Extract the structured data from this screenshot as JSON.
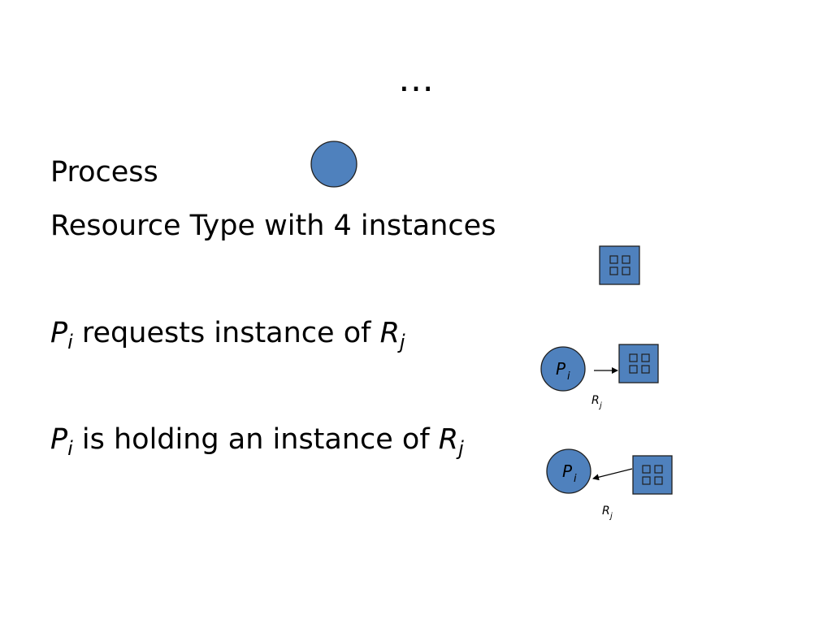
{
  "slide": {
    "title": "…",
    "bullets": {
      "process": "Process",
      "resource": "Resource Type with 4 instances",
      "request": {
        "p": "P",
        "p_sub": "i",
        "text": " requests instance of ",
        "r": "R",
        "r_sub": "j"
      },
      "hold": {
        "p": "P",
        "p_sub": "i",
        "text": " is holding an instance of ",
        "r": "R",
        "r_sub": "j"
      }
    },
    "diagrams": {
      "request": {
        "process_label": "P",
        "process_sub": "i",
        "resource_label": "R",
        "resource_sub": "j"
      },
      "hold": {
        "process_label": "P",
        "process_sub": "i",
        "resource_label": "R",
        "resource_sub": "j"
      }
    }
  },
  "colors": {
    "node_fill": "#4f81bd",
    "node_stroke": "#1f1f1f"
  }
}
